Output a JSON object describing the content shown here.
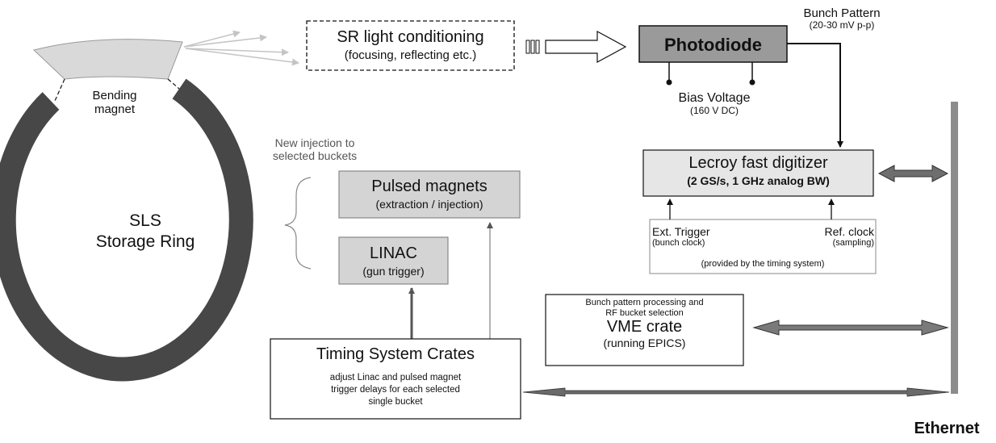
{
  "ring": {
    "title": "SLS",
    "subtitle": "Storage Ring",
    "bending_magnet": [
      "Bending",
      "magnet"
    ]
  },
  "sr_light": {
    "title": "SR light conditioning",
    "subtitle": "(focusing, reflecting etc.)"
  },
  "photodiode": {
    "title": "Photodiode"
  },
  "bunch_pattern": {
    "title": "Bunch Pattern",
    "subtitle": "(20-30 mV p-p)"
  },
  "bias_voltage": {
    "title": "Bias Voltage",
    "subtitle": "(160 V DC)"
  },
  "digitizer": {
    "title": "Lecroy fast digitizer",
    "subtitle": "(2 GS/s, 1 GHz analog BW)"
  },
  "trigger_panel": {
    "ext_trigger": "Ext. Trigger",
    "ext_sub": "(bunch clock)",
    "ref_clock": "Ref. clock",
    "ref_sub": "(sampling)",
    "provided": "(provided by the timing system)"
  },
  "injection_note": [
    "New injection to",
    "selected buckets"
  ],
  "pulsed_magnets": {
    "title": "Pulsed magnets",
    "subtitle": "(extraction / injection)"
  },
  "linac": {
    "title": "LINAC",
    "subtitle": "(gun trigger)"
  },
  "timing": {
    "title": "Timing System Crates",
    "lines": [
      "adjust Linac and pulsed magnet",
      "trigger delays for each selected",
      "single bucket"
    ]
  },
  "vme": {
    "note": [
      "Bunch pattern processing and",
      "RF bucket selection"
    ],
    "title": "VME crate",
    "subtitle": "(running EPICS)"
  },
  "ethernet": {
    "label": "Ethernet"
  },
  "colors": {
    "box_fill": "#d4d4d4",
    "photodiode_fill": "#9a9a9a",
    "ring": "#474747",
    "bar": "#8c8c8c",
    "light_ray": "#c4c4c4"
  }
}
